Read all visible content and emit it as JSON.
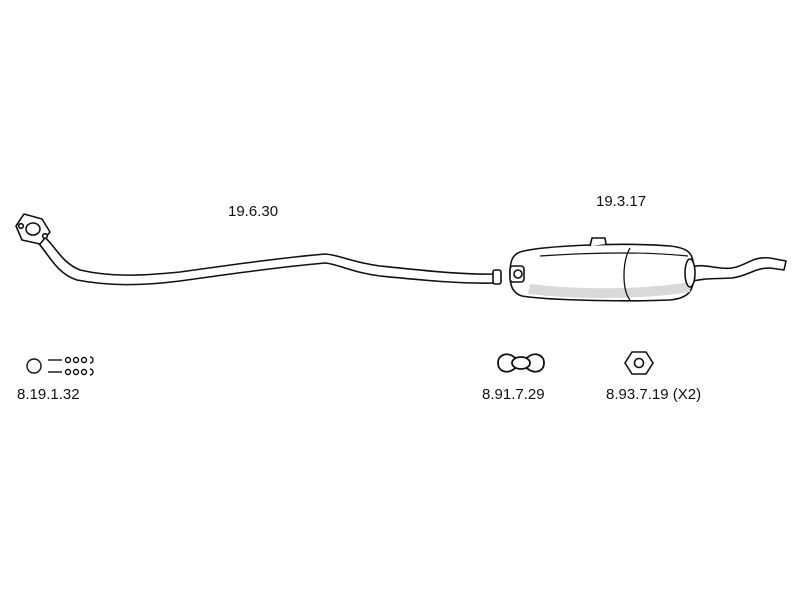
{
  "parts": {
    "front_pipe": {
      "part_number": "19.6.30"
    },
    "rear_silencer": {
      "part_number": "19.3.17"
    },
    "gasket_kit": {
      "part_number": "8.19.1.32"
    },
    "clamp": {
      "part_number": "8.91.7.29"
    },
    "rubber_mount": {
      "part_number": "8.93.7.19 (X2)"
    }
  },
  "colors": {
    "line": "#111111",
    "fill": "#ffffff",
    "shade": "#d9d9d9"
  }
}
